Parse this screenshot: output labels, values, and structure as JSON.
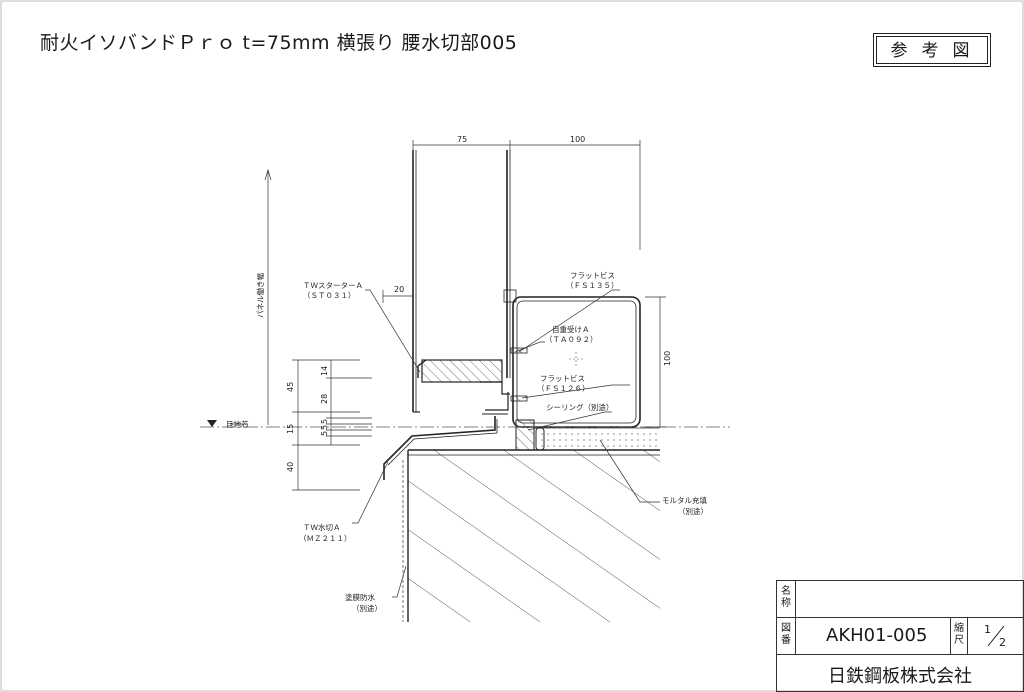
{
  "title": "耐火イソバンドＰｒｏ t=75mm 横張り 腰水切部005",
  "stamp": "参考図",
  "dimensions": {
    "top_left": "75",
    "top_right": "100",
    "gap_20": "20",
    "right_100": "100",
    "left_45": "45",
    "left_15": "15",
    "left_40": "40",
    "inner_14": "14",
    "inner_28": "28",
    "inner_5a": "5",
    "inner_5b": "5",
    "inner_5c": "5"
  },
  "labels": {
    "panel_width": "パネル働き幅",
    "grade": "目地芯",
    "starter_name": "ＴＷスターターＡ",
    "starter_code": "（ＳＴ０３１）",
    "flat_screw_1_name": "フラットビス",
    "flat_screw_1_code": "（ＦＳ１３５）",
    "receiver_name": "自重受けＡ",
    "receiver_code": "（ＴＡ０９２）",
    "flat_screw_2_name": "フラットビス",
    "flat_screw_2_code": "（ＦＳ１２６）",
    "sealing": "シーリング（別途）",
    "mortar_name": "モルタル充填",
    "mortar_note": "（別途）",
    "drip_name": "ＴＷ水切Ａ",
    "drip_code": "（ＭＺ２１１）",
    "waterproof_name": "塗膜防水",
    "waterproof_note": "（別途）"
  },
  "title_block": {
    "name_label": "名称",
    "drawing_no_label": "図番",
    "drawing_no": "AKH01-005",
    "scale_label": "縮尺",
    "scale_num": "1",
    "scale_den": "2",
    "company": "日鉄鋼板株式会社"
  }
}
